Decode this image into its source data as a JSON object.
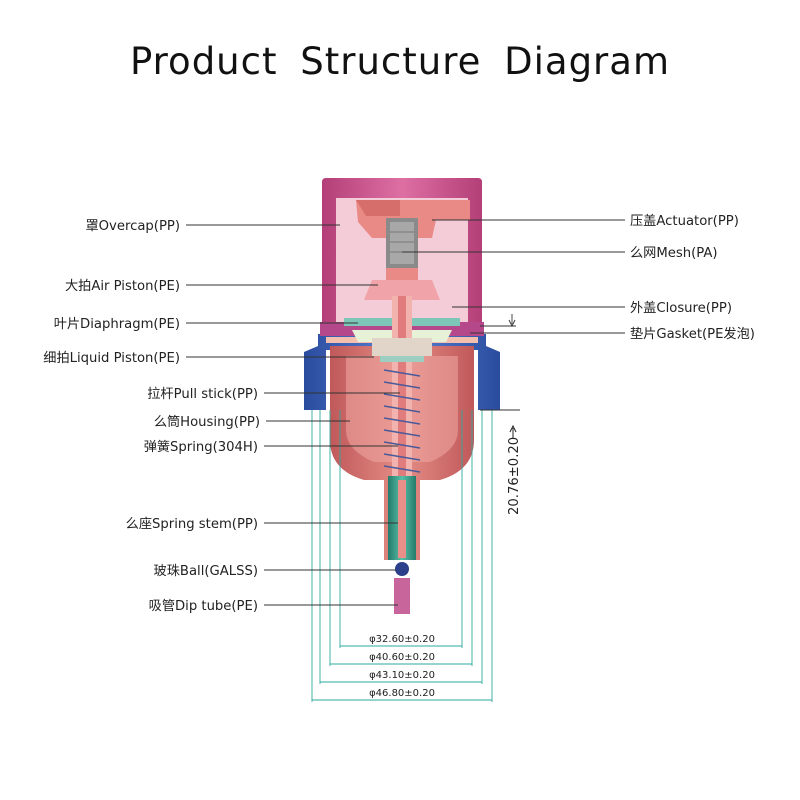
{
  "title": "Product Structure Diagram",
  "left_labels": [
    "罩Overcap(PP)",
    "大拍Air Piston(PE)",
    "叶片Diaphragm(PE)",
    "细拍Liquid Piston(PE)",
    "拉杆Pull stick(PP)",
    "么筒Housing(PP)",
    "弹簧Spring(304H)",
    "么座Spring stem(PP)",
    "玻珠Ball(GALSS)",
    "吸管Dip tube(PE)"
  ],
  "right_labels": [
    "压盖Actuator(PP)",
    "么网Mesh(PA)",
    "外盖Closure(PP)",
    "垫片Gasket(PE发泡)"
  ],
  "dimensions": {
    "height": "20.76±0.20",
    "d1": "φ32.60±0.20",
    "d2": "φ40.60±0.20",
    "d3": "φ43.10±0.20",
    "d4": "φ46.80±0.20"
  },
  "colors": {
    "overcap": "#c9538a",
    "actuator": "#e98a86",
    "closure": "#3d63b8",
    "housing": "#d4716d",
    "spring_stem": "#2f9a86",
    "mesh": "#8e8e8e",
    "teal_lines": "#2ea8a0"
  }
}
